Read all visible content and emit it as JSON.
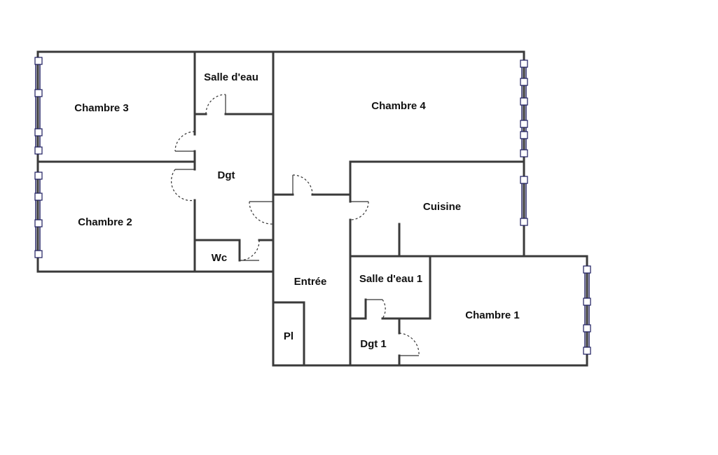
{
  "rooms": {
    "chambre3": "Chambre 3",
    "salle_deau": "Salle d'eau",
    "chambre4": "Chambre 4",
    "dgt": "Dgt",
    "chambre2": "Chambre 2",
    "cuisine": "Cuisine",
    "wc": "Wc",
    "entree": "Entrée",
    "salle_deau_1": "Salle d'eau 1",
    "chambre1": "Chambre 1",
    "pl": "Pl",
    "dgt1": "Dgt 1"
  },
  "colors": {
    "wall": "#3a3a3a",
    "window": "#1a1a5e",
    "background": "#ffffff"
  }
}
